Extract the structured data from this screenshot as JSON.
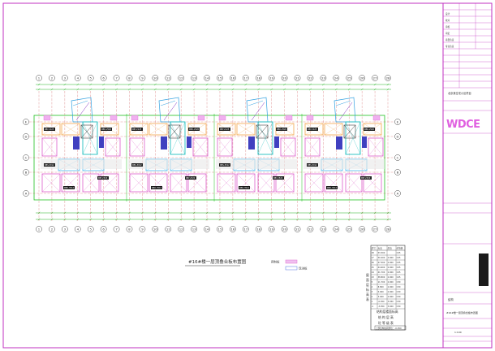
{
  "drawing": {
    "plan_title": "#16#楼一层顶叠合板布置图",
    "legend": {
      "items": [
        {
          "label": "预制板",
          "color": "#e070d0"
        },
        {
          "label": "现浇板",
          "color": "#5070e0"
        }
      ]
    },
    "axis_numbers_top": [
      "1",
      "2",
      "3",
      "4",
      "5",
      "6",
      "7",
      "8",
      "9",
      "10",
      "11",
      "12",
      "13",
      "14",
      "15",
      "16",
      "17",
      "18",
      "19",
      "20",
      "21",
      "22",
      "23",
      "24",
      "25",
      "26",
      "27",
      "28"
    ],
    "axis_letters_left": [
      "E",
      "D",
      "C",
      "B",
      "A"
    ],
    "room_tags": [
      "DBY-2125",
      "DBD-2520",
      "DBS-3012",
      "DBY-2520",
      "DBD-3512"
    ],
    "floor_table": {
      "header": [
        "层号",
        "标高",
        "层高",
        "砼等级"
      ],
      "vertical_label": "屋面层标高表",
      "rows": [
        [
          "18",
          "53.300",
          "",
          "C25"
        ],
        [
          "17",
          "50.400",
          "2.900",
          "C25"
        ],
        [
          "16",
          "47.500",
          "2.900",
          "C25"
        ],
        [
          "15",
          "44.600",
          "2.900",
          "C25"
        ],
        [
          "14",
          "41.700",
          "2.900",
          "C25"
        ],
        [
          "13",
          "38.800",
          "2.900",
          "C25"
        ],
        [
          "5",
          "11.700",
          "2.900",
          "C30"
        ],
        [
          "4",
          "8.800",
          "2.900",
          "C30"
        ],
        [
          "3",
          "5.900",
          "2.900",
          "C30"
        ],
        [
          "2",
          "3.000",
          "2.900",
          "C30"
        ],
        [
          "1",
          "-0.050",
          "3.050",
          "C30"
        ],
        [
          "-1",
          "-3.050",
          "3.000",
          "C30"
        ]
      ],
      "caption1": "结构层楼面标高",
      "caption2": "结 构 层 高",
      "caption3": "砼 等 级 表",
      "footnote": "上部结构嵌固部位：-0.050"
    }
  },
  "title_block": {
    "company_logo": "WDCE",
    "project": "北京某住宅小区项目",
    "sheet_name": "#16#楼一层顶叠合板布置图",
    "discipline": "结构",
    "scale": "1:100",
    "labels": [
      "设计",
      "校对",
      "审核",
      "审定",
      "项目负责",
      "专业负责"
    ]
  }
}
